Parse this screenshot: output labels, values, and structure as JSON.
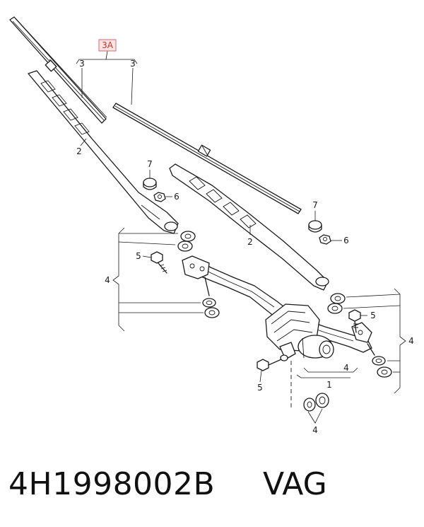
{
  "callouts": {
    "blade_set": "3A",
    "blade_left": "3",
    "blade_right": "3",
    "arm_left": "2",
    "arm_right": "2",
    "cap_left": "7",
    "cap_right": "7",
    "nut_left": "6",
    "nut_right": "6",
    "bolt_left": "5",
    "bolt_right": "5",
    "bolt_motor": "5",
    "bushings_left": "4",
    "bushings_right": "4",
    "bushings_motor": "4",
    "bushings_bottom": "4",
    "wiper_motor": "1"
  },
  "footer": {
    "part_number": "4H1998002B",
    "brand": "VAG"
  }
}
